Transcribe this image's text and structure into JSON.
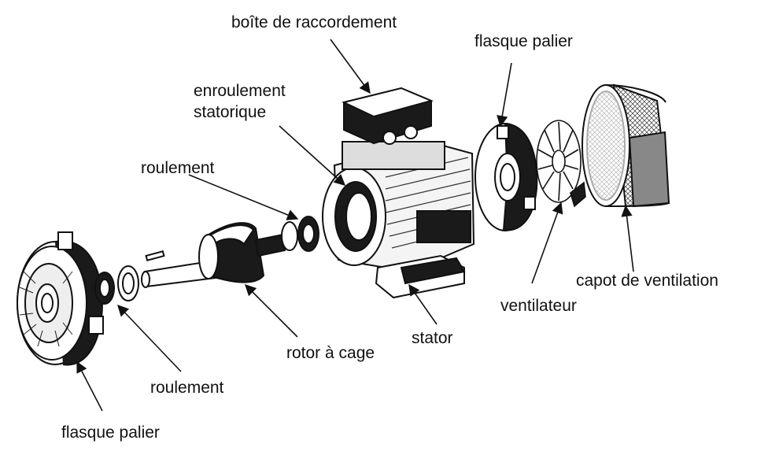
{
  "labels": {
    "terminal_box": "boîte de raccordement",
    "end_shield_right": "flasque palier",
    "stator_winding_line1": "enroulement",
    "stator_winding_line2": "statorique",
    "bearing_top": "roulement",
    "fan_cover": "capot de ventilation",
    "fan": "ventilateur",
    "stator": "stator",
    "cage_rotor": "rotor à cage",
    "bearing_bottom": "roulement",
    "end_shield_left": "flasque palier"
  }
}
